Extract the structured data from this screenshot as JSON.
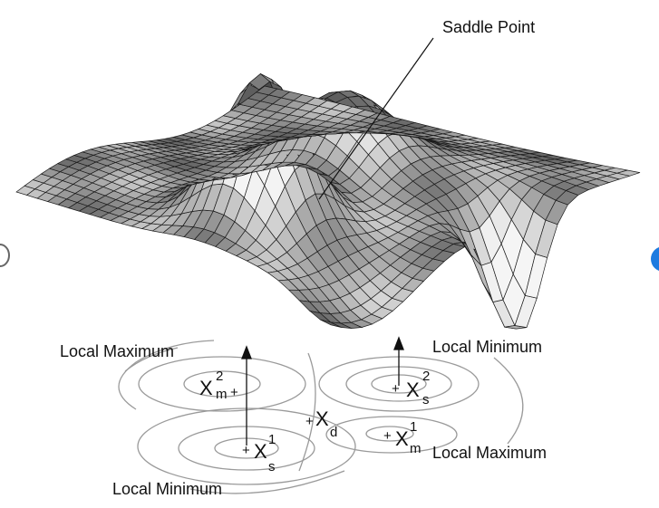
{
  "labels": {
    "saddle_point": "Saddle Point",
    "local_maximum_left": "Local Maximum",
    "local_minimum_right": "Local Minimum",
    "local_maximum_right": "Local Maximum",
    "local_minimum_bottom": "Local Minimum"
  },
  "points": {
    "xm2": {
      "base": "X",
      "sup": "2",
      "sub": "m"
    },
    "xs2": {
      "base": "X",
      "sup": "2",
      "sub": "s"
    },
    "xs1": {
      "base": "X",
      "sup": "1",
      "sub": "s"
    },
    "xm1": {
      "base": "X",
      "sup": "1",
      "sub": "m"
    },
    "xd": {
      "base": "X",
      "sub": "d"
    }
  },
  "colors": {
    "mesh_line": "#1a1a1a",
    "contour": "#9a9a9a",
    "shade_dark": "#3a3a3a",
    "shade_light": "#f2f2f2",
    "side_dot": "#1e7be0"
  }
}
